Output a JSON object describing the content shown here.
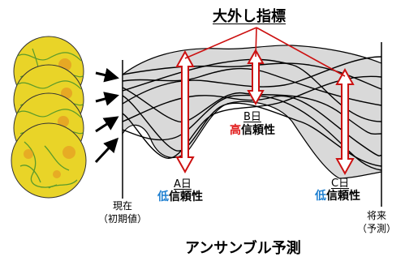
{
  "diagram": {
    "title": "大外し指標",
    "caption": "アンサンブル予測",
    "start_label": [
      "現在",
      "（初期値）"
    ],
    "end_label": [
      "将来",
      "（予測）"
    ],
    "points": [
      {
        "id": "A",
        "day_label": "A日",
        "level": "低",
        "suffix": "信頼性",
        "level_color": "#1e7fd0"
      },
      {
        "id": "B",
        "day_label": "B日",
        "level": "高",
        "suffix": "信頼性",
        "level_color": "#e01818"
      },
      {
        "id": "C",
        "day_label": "C日",
        "level": "低",
        "suffix": "信頼性",
        "level_color": "#1e7fd0"
      }
    ],
    "colors": {
      "pointer": "#cc1111",
      "spread_fill": "#d9d9d9",
      "line": "#000000",
      "globe_fill": "#e9d428",
      "globe_edge": "#5a9a2a"
    }
  }
}
